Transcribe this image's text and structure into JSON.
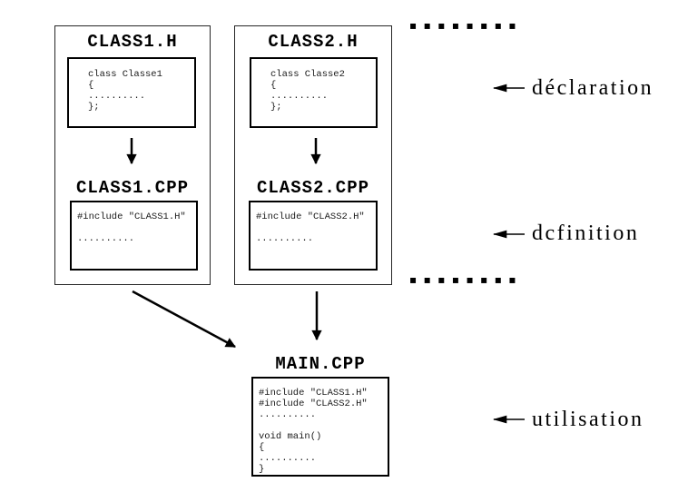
{
  "diagram": {
    "columns": [
      {
        "header": {
          "title": "CLASS1.H",
          "code": [
            "class Classe1",
            "{",
            "..........",
            "};"
          ]
        },
        "source": {
          "title": "CLASS1.CPP",
          "code": [
            "#include \"CLASS1.H\"",
            "",
            ".........."
          ]
        }
      },
      {
        "header": {
          "title": "CLASS2.H",
          "code": [
            "class Classe2",
            "{",
            "..........",
            "};"
          ]
        },
        "source": {
          "title": "CLASS2.CPP",
          "code": [
            "#include \"CLASS2.H\"",
            "",
            ".........."
          ]
        }
      }
    ],
    "main": {
      "title": "MAIN.CPP",
      "code": [
        "#include \"CLASS1.H\"",
        "#include \"CLASS2.H\"",
        "..........",
        "",
        "void main()",
        "{",
        "..........",
        "}"
      ]
    },
    "annotations": [
      {
        "label": "déclaration"
      },
      {
        "label": "dcfinition"
      },
      {
        "label": "utilisation"
      }
    ],
    "ellipsis_top": "▪▪▪▪▪▪▪▪",
    "ellipsis_bottom": "▪▪▪▪▪▪▪▪",
    "colors": {
      "ink": "#000000",
      "background": "#ffffff"
    }
  }
}
